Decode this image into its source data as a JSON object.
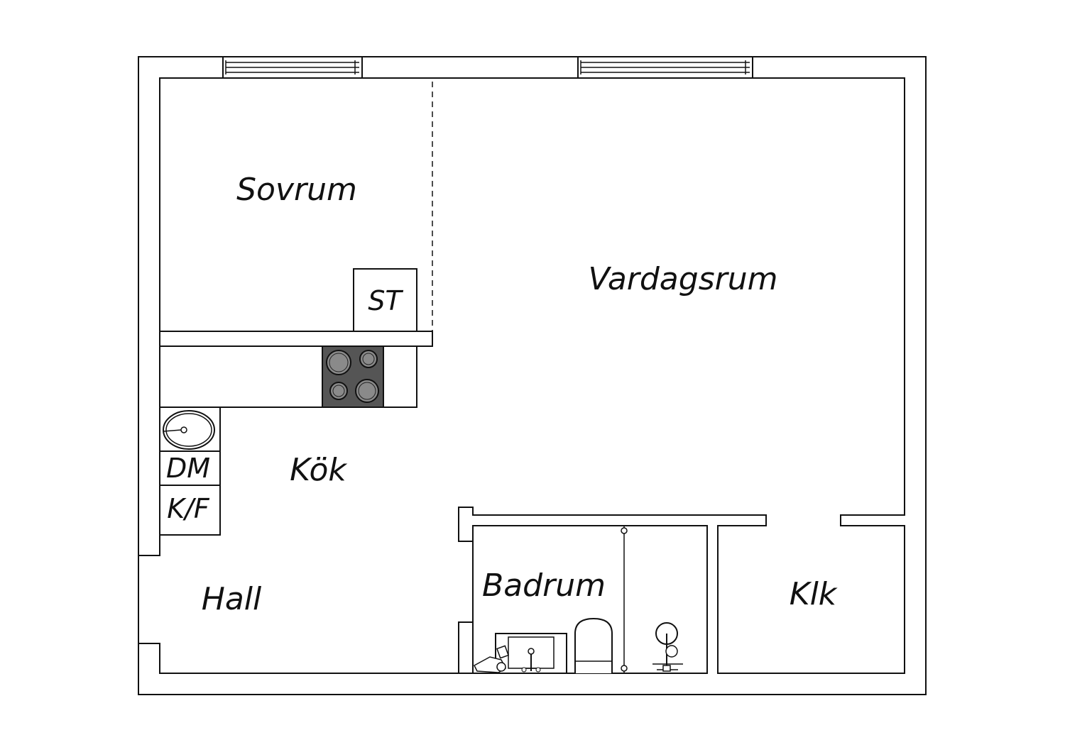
{
  "rooms": {
    "sovrum": "Sovrum",
    "vardagsrum": "Vardagsrum",
    "kok": "Kök",
    "hall": "Hall",
    "badrum": "Badrum",
    "klk": "Klk"
  },
  "fixtures": {
    "st": "ST",
    "dm": "DM",
    "kf": "K/F"
  },
  "colors": {
    "wall": "#111111",
    "stove": "#555555",
    "burner": "#8a8a8a",
    "background": "#ffffff"
  }
}
